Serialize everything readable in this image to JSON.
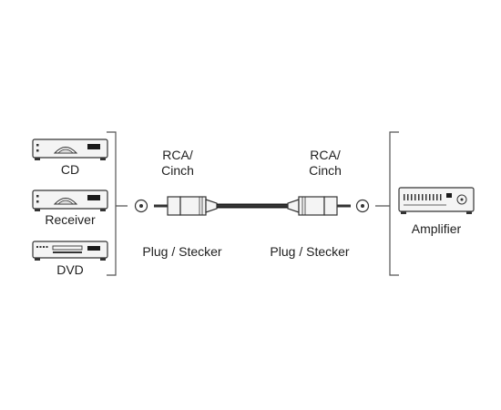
{
  "sources": [
    {
      "label": "CD",
      "icon": "cd-player-icon"
    },
    {
      "label": "Receiver",
      "icon": "receiver-icon"
    },
    {
      "label": "DVD",
      "icon": "dvd-player-icon"
    }
  ],
  "cable": {
    "left_connector_type": "RCA/\nCinch",
    "right_connector_type": "RCA/\nCinch",
    "left_connector_kind": "Plug / Stecker",
    "right_connector_kind": "Plug / Stecker"
  },
  "target": {
    "label": "Amplifier",
    "icon": "amplifier-icon"
  },
  "colors": {
    "line": "#555555",
    "device_fill": "#f4f4f4",
    "dark": "#1a1a1a"
  }
}
